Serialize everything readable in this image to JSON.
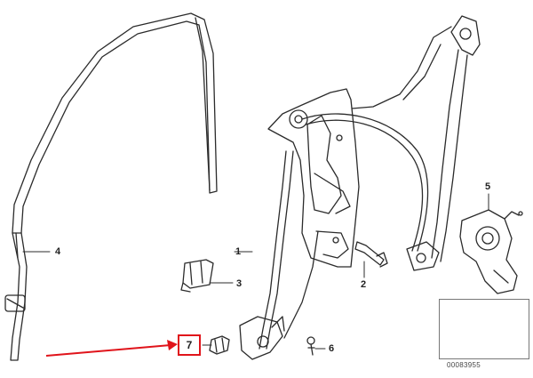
{
  "callouts": {
    "part_1": "1",
    "part_2": "2",
    "part_3": "3",
    "part_4": "4",
    "part_5": "5",
    "part_6": "6",
    "part_7": "7"
  },
  "catalog_number": "00083955",
  "colors": {
    "line": "#2b2b2b",
    "highlight": "#e0141b",
    "thumbnail_frame": "#777777"
  }
}
